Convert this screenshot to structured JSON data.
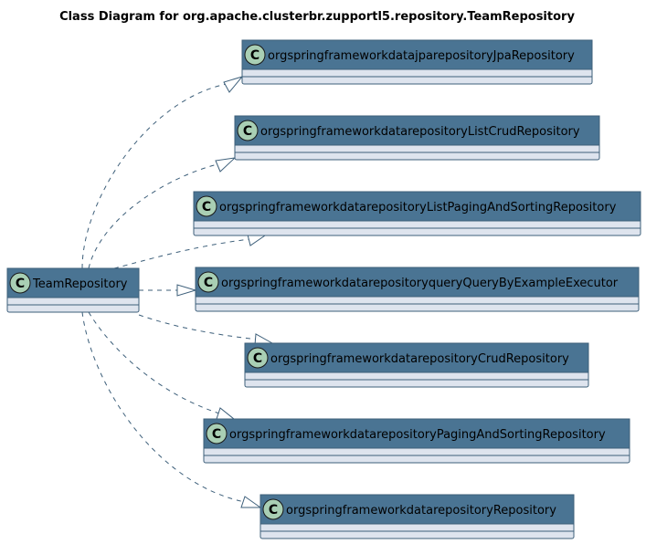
{
  "diagram": {
    "title": "Class Diagram for org.apache.clusterbr.zupportl5.repository.TeamRepository",
    "class_stereotype_letter": "C",
    "colors": {
      "header": "#4a7493",
      "body": "#dee4ee",
      "border": "#3d5f7a",
      "circle": "#a9cfb4",
      "edge": "#3d5f7a"
    },
    "source": {
      "name": "TeamRepository"
    },
    "relationship": "realization",
    "targets": [
      {
        "name": "orgspringframeworkdatajparepositoryJpaRepository"
      },
      {
        "name": "orgspringframeworkdatarepositoryListCrudRepository"
      },
      {
        "name": "orgspringframeworkdatarepositoryListPagingAndSortingRepository"
      },
      {
        "name": "orgspringframeworkdatarepositoryqueryQueryByExampleExecutor"
      },
      {
        "name": "orgspringframeworkdatarepositoryCrudRepository"
      },
      {
        "name": "orgspringframeworkdatarepositoryPagingAndSortingRepository"
      },
      {
        "name": "orgspringframeworkdatarepositoryRepository"
      }
    ]
  }
}
